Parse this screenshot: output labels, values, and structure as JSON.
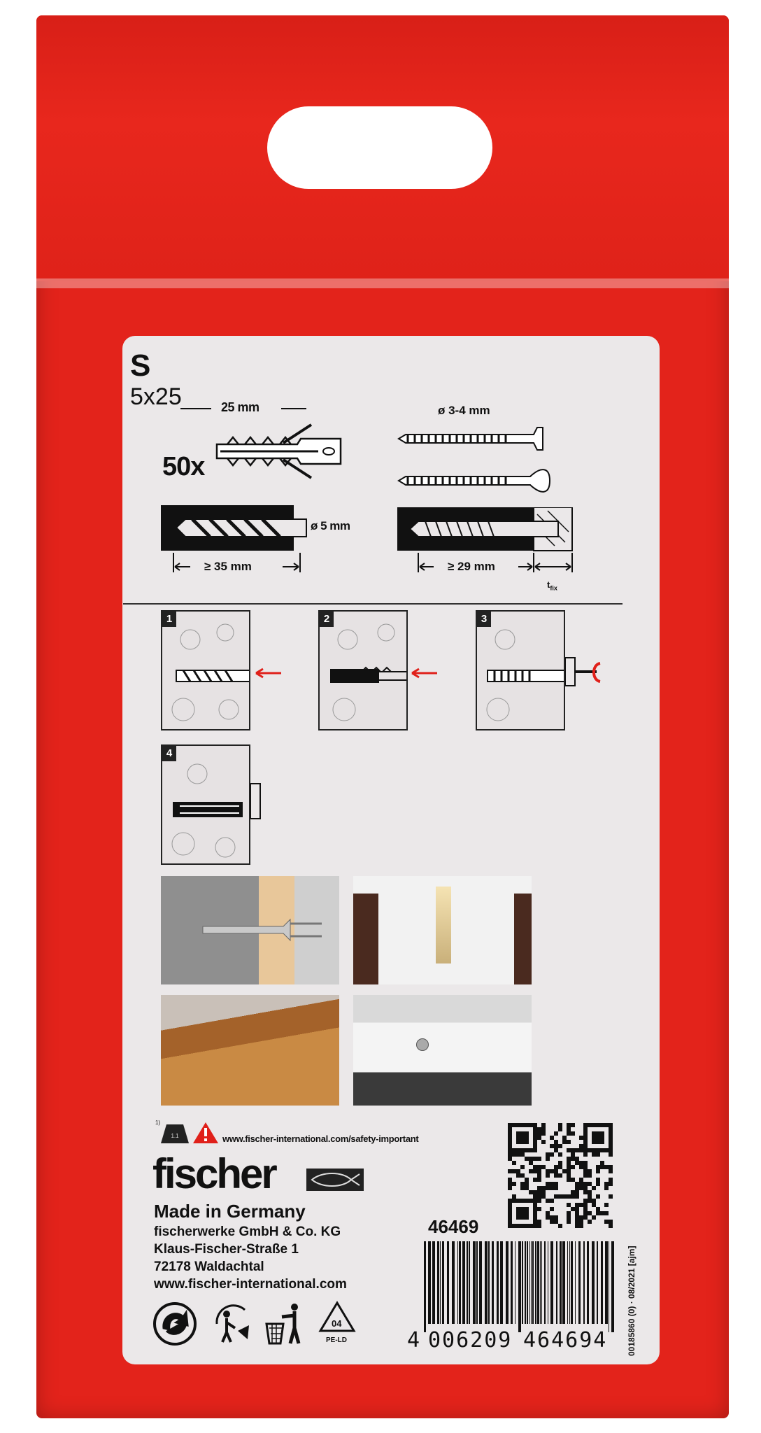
{
  "product": {
    "type_label": "S",
    "size_label": "5x25",
    "quantity_label": "50x",
    "anchor_length": "25 mm",
    "screw_diameter": "ø 3-4 mm",
    "drill_diameter": "ø 5 mm",
    "drill_depth": "≥ 35 mm",
    "screw_depth": "≥ 29 mm",
    "t_fix_label": "t",
    "t_fix_sub": "fix"
  },
  "steps": [
    {
      "number": "1"
    },
    {
      "number": "2"
    },
    {
      "number": "3"
    },
    {
      "number": "4"
    }
  ],
  "safety": {
    "footnote": "1)",
    "weight_label": "1.1",
    "url": "www.fischer-international.com/safety-important"
  },
  "brand": {
    "logo_text": "fischer",
    "made_in": "Made in Germany",
    "company": "fischerwerke GmbH & Co. KG",
    "street": "Klaus-Fischer-Straße 1",
    "city": "72178 Waldachtal",
    "website": "www.fischer-international.com"
  },
  "recycling": {
    "resin_code": "04",
    "resin_label": "PE-LD"
  },
  "codes": {
    "article_number": "46469",
    "ean": "4 006209 464694",
    "ean_first": "4",
    "ean_left": "006209",
    "ean_right": "464694",
    "print_code": "00185860 (0) · 08/2021 [ajm]"
  },
  "colors": {
    "bag_red": "#e3231b",
    "label_grey": "#ebe8e9",
    "arrow_red": "#e0201a"
  }
}
